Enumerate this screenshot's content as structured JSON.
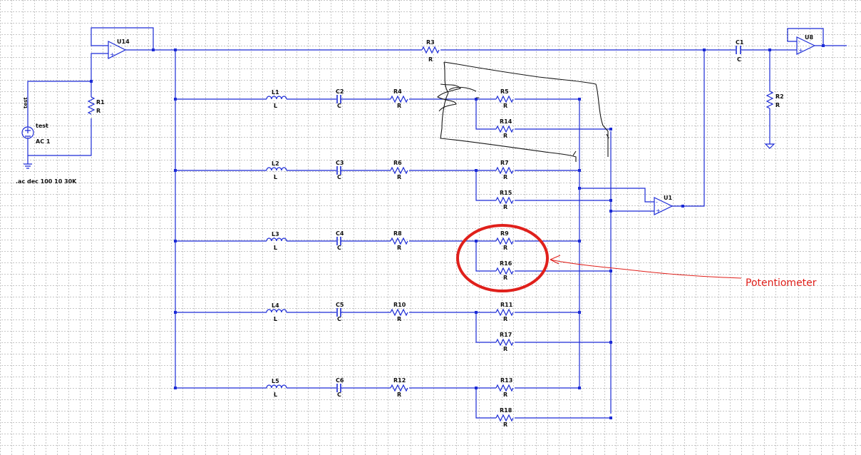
{
  "source": {
    "name": "AC 1",
    "net": "test",
    "sim": ".ac dec 100 10 30K"
  },
  "net_labels": [
    "test"
  ],
  "opamps": {
    "u14": "U14",
    "u1": "U1",
    "u8": "U8"
  },
  "top": {
    "r3": {
      "name": "R3",
      "value": "R"
    },
    "r1": {
      "name": "R1",
      "value": "R"
    },
    "c1": {
      "name": "C1",
      "value": "C"
    },
    "r2": {
      "name": "R2",
      "value": "R"
    }
  },
  "branches": [
    {
      "l": "L1",
      "c": "C2",
      "r": "R4",
      "ra": "R5",
      "rb": "R14"
    },
    {
      "l": "L2",
      "c": "C3",
      "r": "R6",
      "ra": "R7",
      "rb": "R15"
    },
    {
      "l": "L3",
      "c": "C4",
      "r": "R8",
      "ra": "R9",
      "rb": "R16"
    },
    {
      "l": "L4",
      "c": "C5",
      "r": "R10",
      "ra": "R11",
      "rb": "R17"
    },
    {
      "l": "L5",
      "c": "C6",
      "r": "R12",
      "ra": "R13",
      "rb": "R18"
    }
  ],
  "values": {
    "inductor": "L",
    "capacitor": "C",
    "resistor": "R"
  },
  "annotation": {
    "text": "Potentiometer"
  },
  "colors": {
    "wire": "#1c2bd6",
    "grid": "#8c8c8c",
    "annotation": "#e0201b",
    "sketch": "#151515"
  }
}
